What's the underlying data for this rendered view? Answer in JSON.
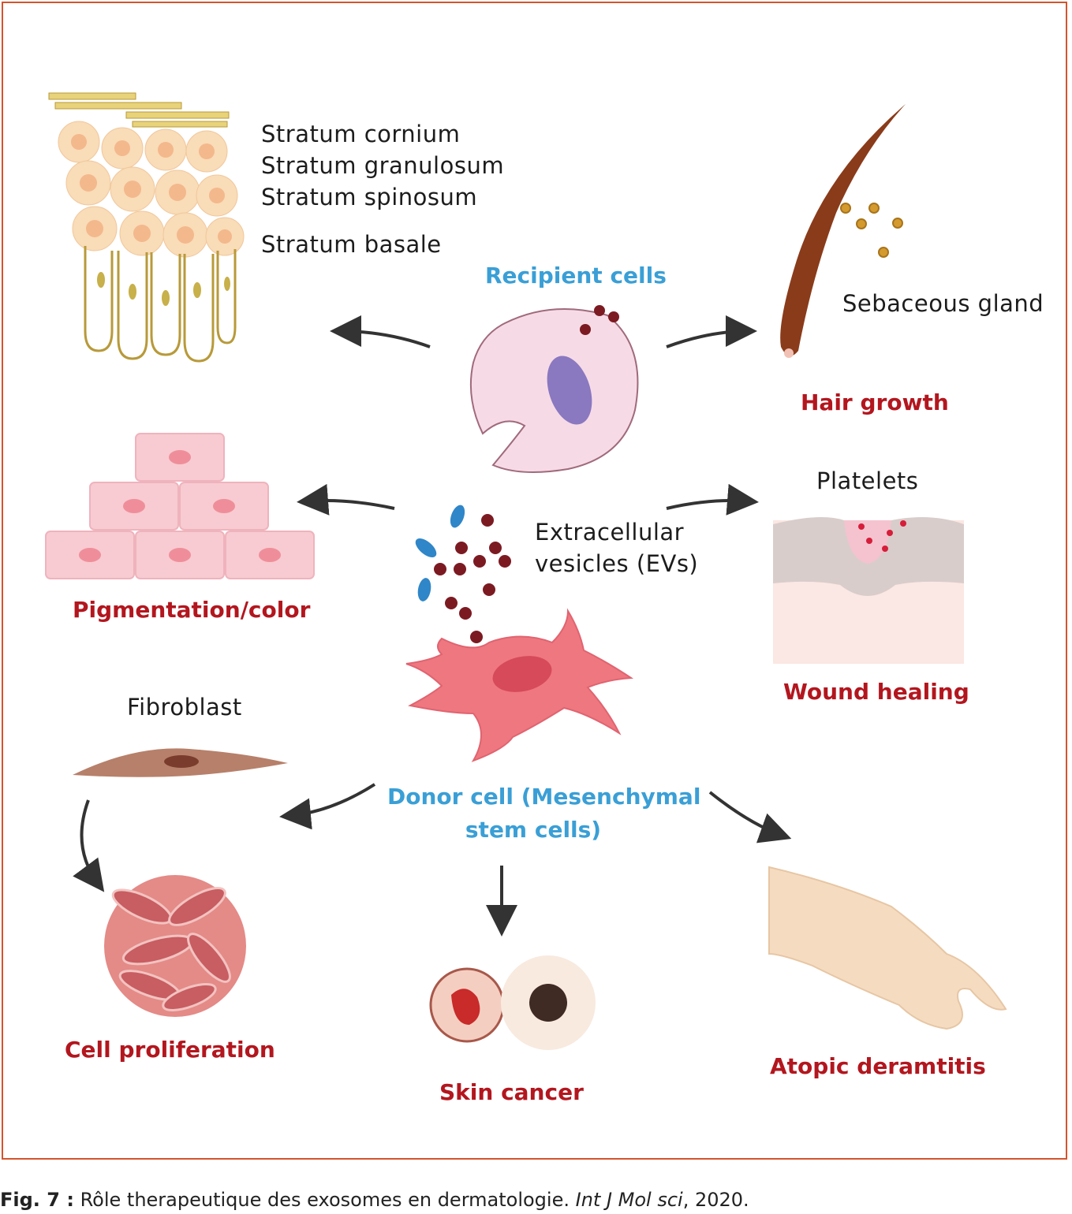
{
  "strata": [
    "Stratum cornium",
    "Stratum granulosum",
    "Stratum spinosum",
    "Stratum basale"
  ],
  "labels": {
    "recipient": "Recipient cells",
    "sebaceous": "Sebaceous gland",
    "hair_growth": "Hair growth",
    "platelets": "Platelets",
    "ev_line1": "Extracellular",
    "ev_line2": "vesicles (EVs)",
    "pigmentation": "Pigmentation/color",
    "wound_healing": "Wound healing",
    "fibroblast": "Fibroblast",
    "donor_line1": "Donor cell (Mesenchymal",
    "donor_line2": "stem cells)",
    "cell_proliferation": "Cell proliferation",
    "skin_cancer": "Skin cancer",
    "atopic": "Atopic deramtitis"
  },
  "caption": {
    "fig": "Fig. 7 :",
    "text": " Rôle therapeutique des exosomes en dermatologie. ",
    "journal": "Int J Mol sci",
    "year": ", 2020."
  },
  "colors": {
    "frame": "#d4542c",
    "effect_red": "#b3161e",
    "cell_blue": "#3a9fd6"
  }
}
